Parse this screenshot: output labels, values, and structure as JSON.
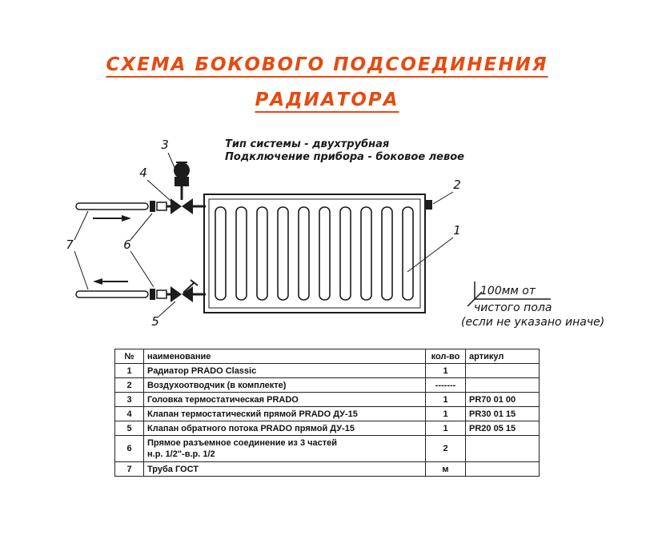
{
  "title": {
    "line1": "СХЕМА БОКОВОГО ПОДСОЕДИНЕНИЯ",
    "line2": "РАДИАТОРА"
  },
  "subtitle": {
    "line1": "Тип системы - двухтрубная",
    "line2": "Подключение прибора - боковое левое"
  },
  "diagram": {
    "callout_1": "1",
    "callout_2": "2",
    "callout_3": "3",
    "callout_4": "4",
    "callout_5": "5",
    "callout_6": "6",
    "callout_7": "7",
    "floor_note_line1": "100мм от",
    "floor_note_line2": "чистого пола",
    "floor_note_line3": "(если не указано иначе)"
  },
  "table": {
    "headers": {
      "num": "№",
      "name": "наименование",
      "qty": "кол-во",
      "article": "артикул"
    },
    "rows": [
      {
        "num": "1",
        "name": "Радиатор PRADO Classic",
        "qty": "1",
        "article": ""
      },
      {
        "num": "2",
        "name": "Воздухоотводчик (в комплекте)",
        "qty": "-------",
        "article": ""
      },
      {
        "num": "3",
        "name": "Головка термостатическая PRADO",
        "qty": "1",
        "article": "PR70 01 00"
      },
      {
        "num": "4",
        "name": "Клапан термостатический прямой PRADO ДУ-15",
        "qty": "1",
        "article": "PR30 01 15"
      },
      {
        "num": "5",
        "name": "Клапан обратного потока PRADO прямой ДУ-15",
        "qty": "1",
        "article": "PR20 05 15"
      },
      {
        "num": "6",
        "name": "Прямое разъемное соединение из 3 частей",
        "name_line2": "н.р. 1/2\"-в.р. 1/2",
        "qty": "2",
        "article": ""
      },
      {
        "num": "7",
        "name": "Труба ГОСТ",
        "qty": "м",
        "article": ""
      }
    ]
  },
  "colors": {
    "accent": "#e8490f",
    "line": "#1c1c1c"
  }
}
